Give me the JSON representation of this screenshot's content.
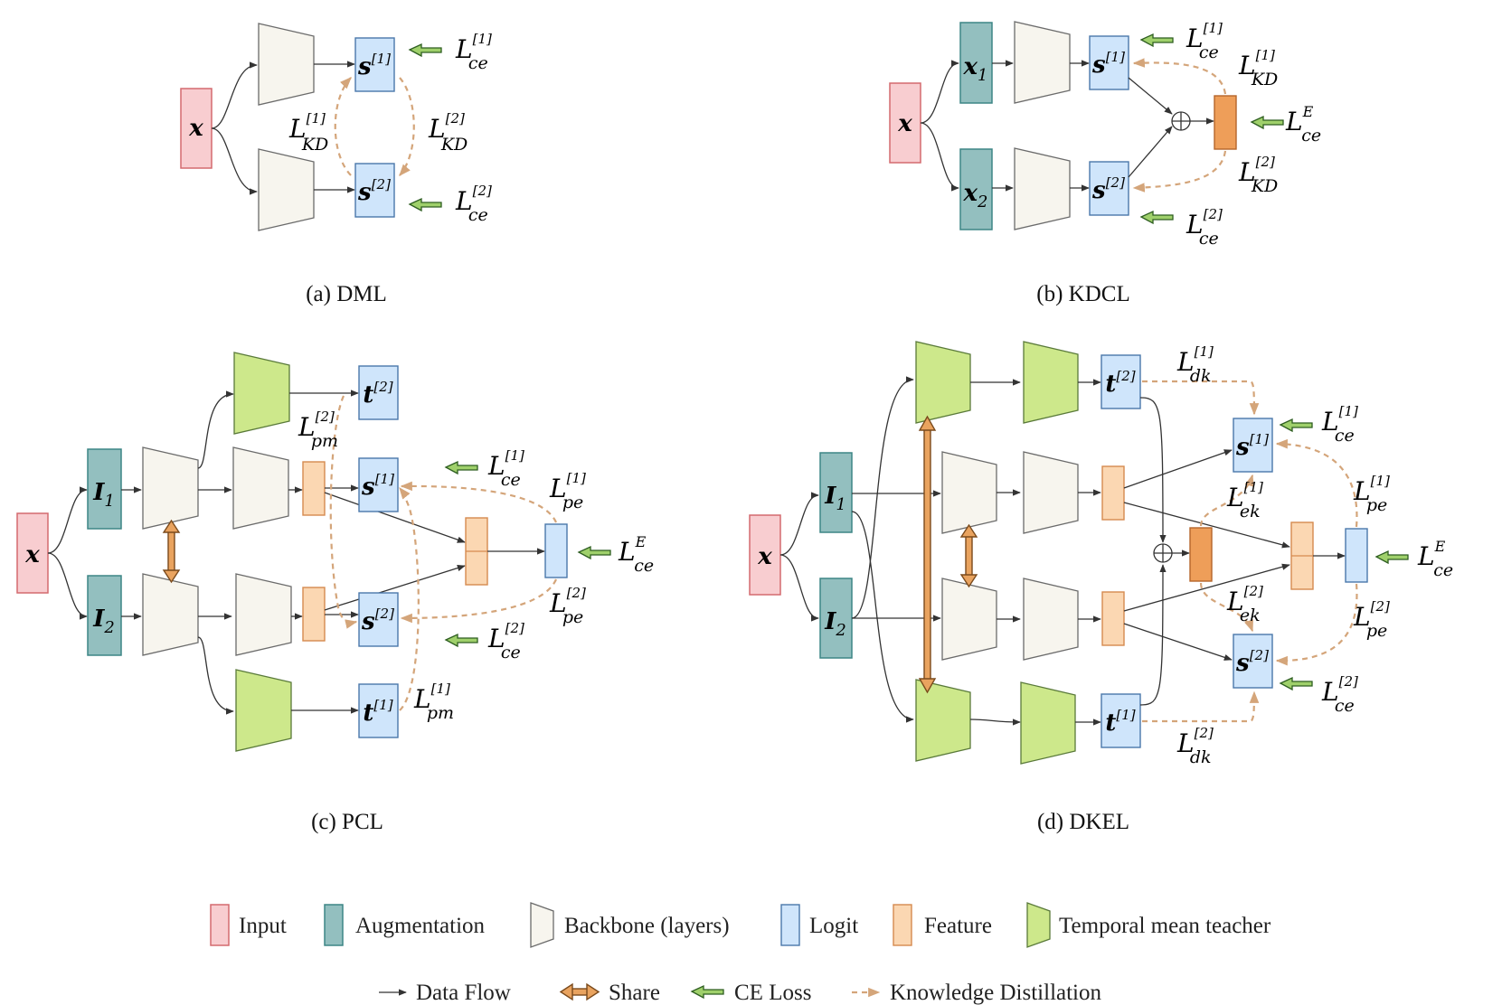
{
  "panels": {
    "a": {
      "caption": "(a) DML"
    },
    "b": {
      "caption": "(b) KDCL"
    },
    "c": {
      "caption": "(c) PCL"
    },
    "d": {
      "caption": "(d) DKEL"
    }
  },
  "symbols": {
    "x": "x",
    "s": "s",
    "t": "t",
    "L": "L",
    "I1": "1",
    "I2": "2",
    "I": "I",
    "sup1": "[1]",
    "sup2": "[2]",
    "supE": "E",
    "ce": "ce",
    "KD": "KD",
    "pm": "pm",
    "pe": "pe",
    "dk": "dk",
    "ek": "ek",
    "oplus": "⊕"
  },
  "legend": {
    "row1": [
      {
        "key": "input",
        "label": "Input"
      },
      {
        "key": "augmentation",
        "label": "Augmentation"
      },
      {
        "key": "backbone",
        "label": "Backbone (layers)"
      },
      {
        "key": "logit",
        "label": "Logit"
      },
      {
        "key": "feature",
        "label": "Feature"
      },
      {
        "key": "temporal",
        "label": "Temporal mean teacher"
      }
    ],
    "row2": [
      {
        "key": "data-flow",
        "label": "Data Flow"
      },
      {
        "key": "share",
        "label": "Share"
      },
      {
        "key": "ce-loss",
        "label": "CE Loss"
      },
      {
        "key": "kd",
        "label": "Knowledge Distillation"
      }
    ]
  },
  "colors": {
    "input": "#f8cdd0",
    "augmentation": "#93bfbf",
    "backbone": "#f7f5ee",
    "logit": "#cfe5fb",
    "feature": "#fbd7b2",
    "feature_ensemble": "#ee9e59",
    "temporal": "#cde88b",
    "ce_arrow": "#9fd06b",
    "share": "#e9a35f",
    "kd": "#d4a57a"
  }
}
